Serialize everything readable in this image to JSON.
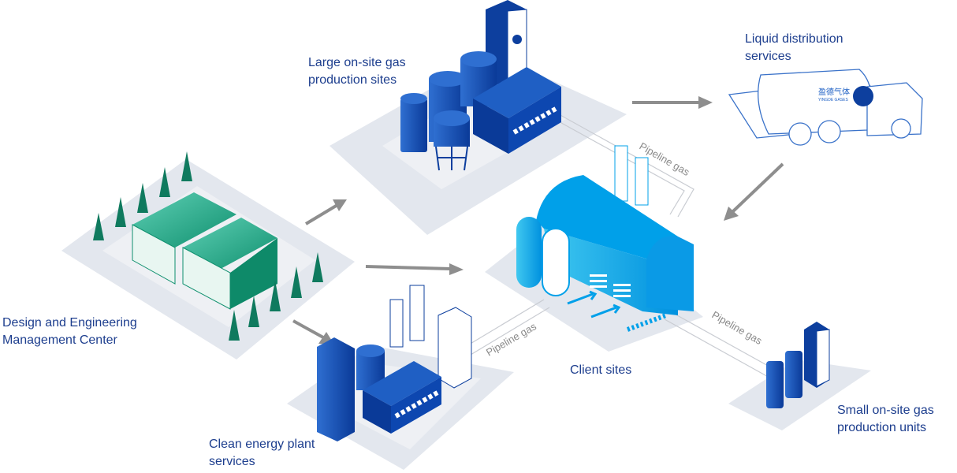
{
  "labels": {
    "large_sites": [
      "Large on-site gas",
      "production sites"
    ],
    "liquid": [
      "Liquid distribution",
      "services"
    ],
    "design": [
      "Design and Engineering",
      "Management Center"
    ],
    "client": "Client sites",
    "clean": [
      "Clean energy plant",
      "services"
    ],
    "small": [
      "Small on-site gas",
      "production units"
    ]
  },
  "pipeline_labels": [
    "Pipeline gas",
    "Pipeline gas",
    "Pipeline gas"
  ],
  "logo": {
    "cn": "盈德气体",
    "en": "YINGDE GASES"
  },
  "colors": {
    "label": "#1d3e8e",
    "dark_blue": "#0d3f9e",
    "light_blue": "#00a0e9",
    "green": "#12a37f",
    "platform": "#e3e7ee",
    "arrow": "#8e8e8e"
  }
}
